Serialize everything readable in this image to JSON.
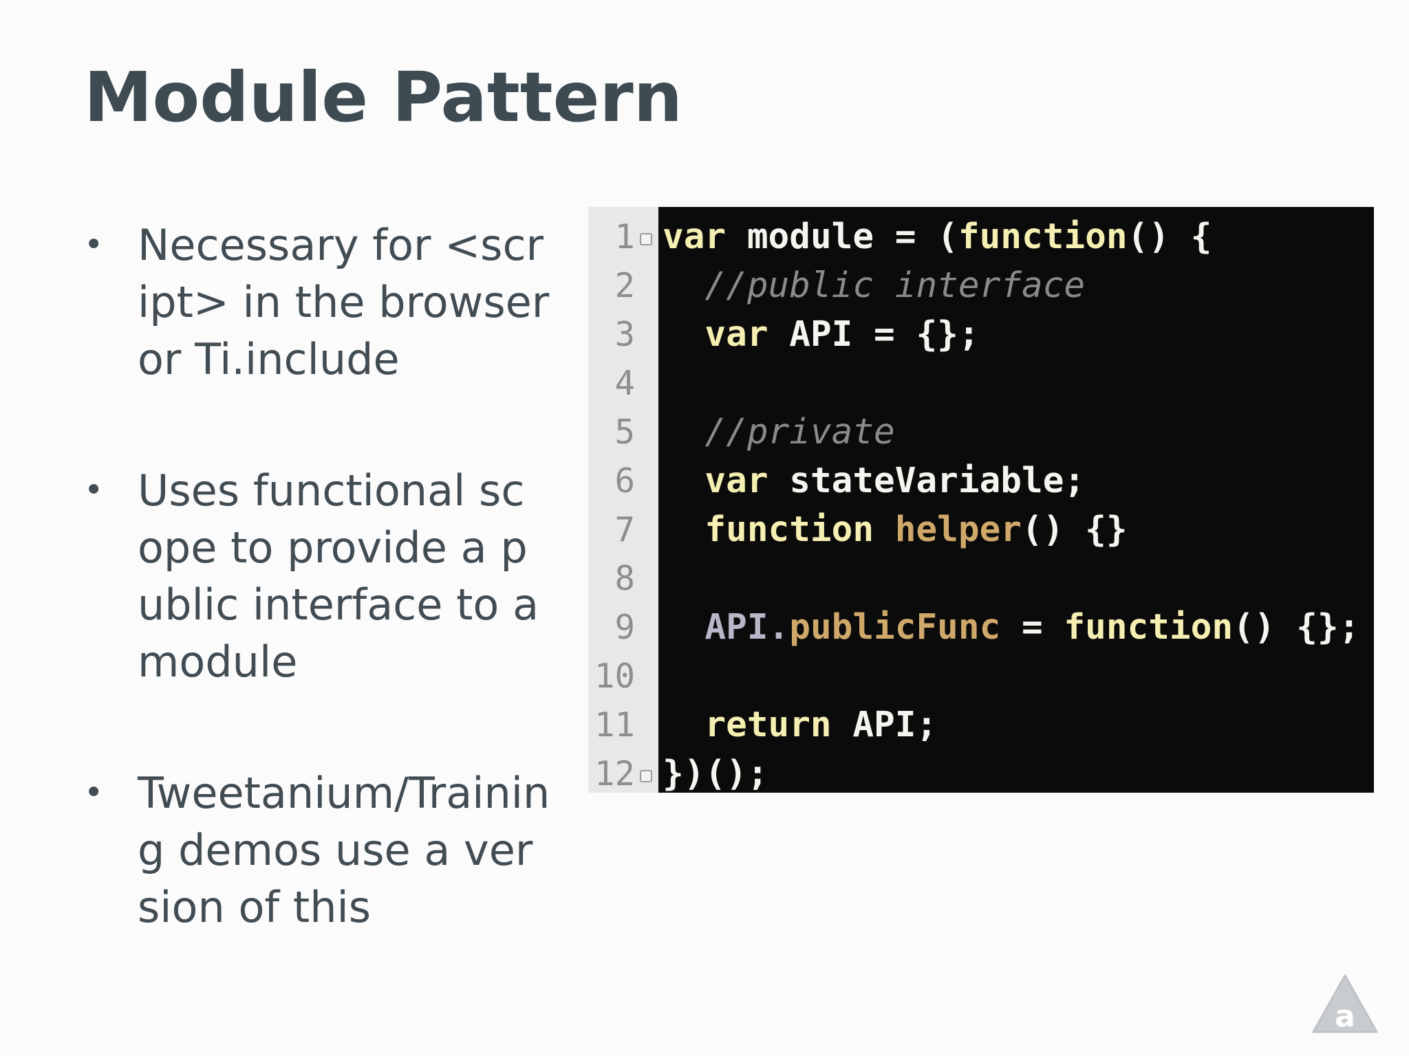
{
  "slide": {
    "title": "Module Pattern",
    "bullets": [
      {
        "marker": "•",
        "text": "Necessary for <script> in the browser or Ti.include"
      },
      {
        "marker": "•",
        "text": "Uses functional scope to provide a public interface to a module"
      },
      {
        "marker": "•",
        "text": "Tweetanium/Training demos use a version of this"
      }
    ]
  },
  "code": {
    "line_numbers": [
      "1",
      "2",
      "3",
      "4",
      "5",
      "6",
      "7",
      "8",
      "9",
      "10",
      "11",
      "12"
    ],
    "lines": [
      [
        {
          "t": "var",
          "c": "keyword"
        },
        {
          "t": " module = (",
          "c": "plain"
        },
        {
          "t": "function",
          "c": "keyword"
        },
        {
          "t": "() {",
          "c": "plain"
        }
      ],
      [
        {
          "t": "  //public interface",
          "c": "comment"
        }
      ],
      [
        {
          "t": "  var",
          "c": "keyword"
        },
        {
          "t": " API = {};",
          "c": "plain"
        }
      ],
      [],
      [
        {
          "t": "  //private",
          "c": "comment"
        }
      ],
      [
        {
          "t": "  var",
          "c": "keyword"
        },
        {
          "t": " stateVariable;",
          "c": "plain"
        }
      ],
      [
        {
          "t": "  function",
          "c": "keyword"
        },
        {
          "t": " ",
          "c": "plain"
        },
        {
          "t": "helper",
          "c": "member"
        },
        {
          "t": "() {}",
          "c": "plain"
        }
      ],
      [],
      [
        {
          "t": "  API.",
          "c": "dim"
        },
        {
          "t": "publicFunc",
          "c": "member"
        },
        {
          "t": " = ",
          "c": "plain"
        },
        {
          "t": "function",
          "c": "keyword"
        },
        {
          "t": "() {};",
          "c": "plain"
        }
      ],
      [],
      [
        {
          "t": "  return",
          "c": "keyword"
        },
        {
          "t": " API;",
          "c": "plain"
        }
      ],
      [
        {
          "t": "})();",
          "c": "plain"
        }
      ]
    ],
    "fold_lines": [
      1,
      12
    ]
  },
  "logo": {
    "icon": "appcelerator-logo-icon",
    "letter": "a"
  },
  "colors": {
    "title": "#3e4b52",
    "body_text": "#424c53",
    "code_background": "#0b0b0b",
    "gutter": "#e8e8e8",
    "keyword": "#f6efb2",
    "comment": "#8a8a8a",
    "member": "#cfa86a"
  }
}
